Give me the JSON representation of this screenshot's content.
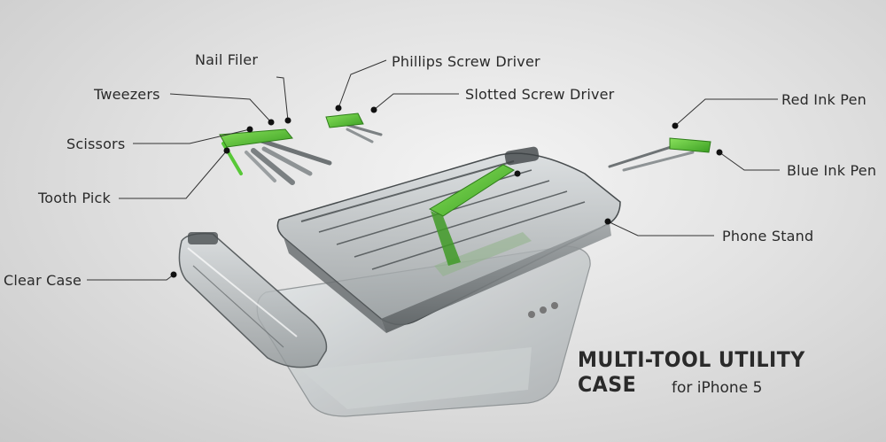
{
  "title": "MULTI-TOOL UTILITY CASE",
  "subtitle": "for iPhone 5",
  "colors": {
    "accent_green": "#58c838",
    "clear_plastic": "#bfc4c6",
    "dark_edge": "#3a3a3a",
    "background": "#e2e2e2"
  },
  "labels": {
    "nail_filer": "Nail Filer",
    "tweezers": "Tweezers",
    "scissors": "Scissors",
    "tooth_pick": "Tooth Pick",
    "clear_case": "Clear Case",
    "phillips": "Phillips Screw Driver",
    "slotted": "Slotted Screw Driver",
    "red_pen": "Red Ink Pen",
    "blue_pen": "Blue Ink Pen",
    "phone_stand": "Phone Stand"
  }
}
